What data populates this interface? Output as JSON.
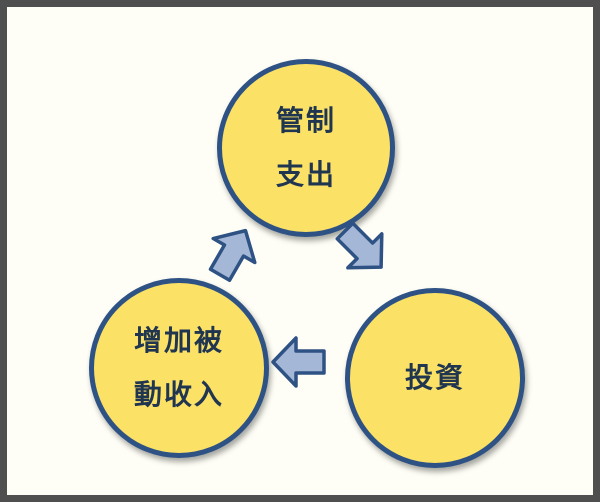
{
  "diagram": {
    "nodes": [
      {
        "id": "control-spending",
        "lines": [
          "管制",
          "支出"
        ]
      },
      {
        "id": "invest",
        "lines": [
          "投資"
        ]
      },
      {
        "id": "increase-passive-income",
        "lines": [
          "增加被",
          "動收入"
        ]
      }
    ],
    "edges": [
      {
        "from": "control-spending",
        "to": "invest"
      },
      {
        "from": "invest",
        "to": "increase-passive-income"
      },
      {
        "from": "increase-passive-income",
        "to": "control-spending"
      }
    ]
  },
  "colors": {
    "node_fill": "#fbe166",
    "node_border": "#2e5284",
    "node_text": "#1f3550",
    "arrow_fill": "#a5b7d6",
    "arrow_border": "#2e5284",
    "frame_border": "#4f4f4f",
    "background": "#fefef6"
  }
}
